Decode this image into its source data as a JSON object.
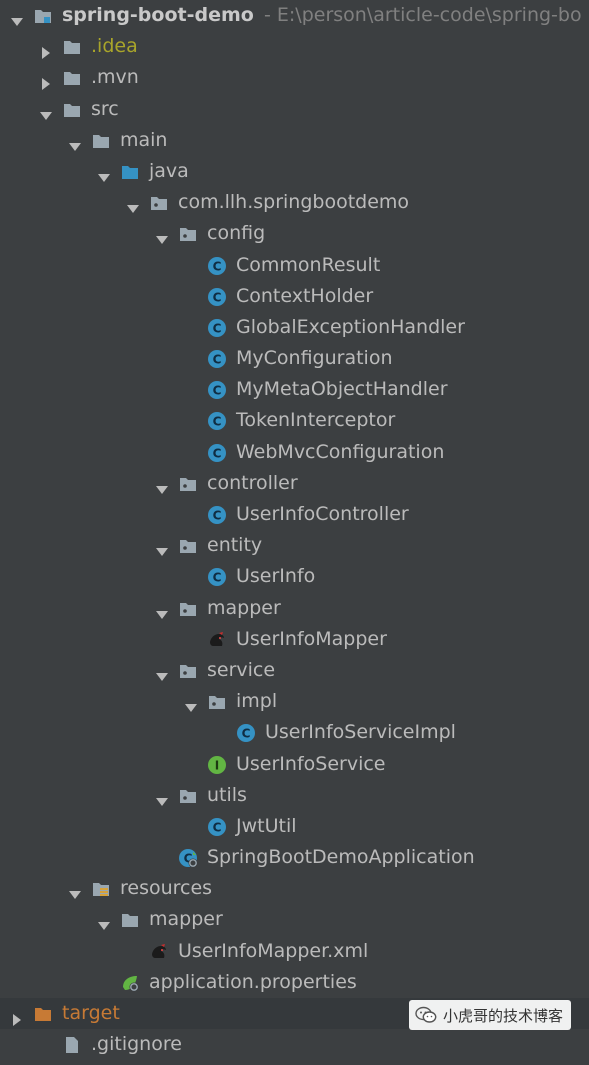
{
  "project": {
    "name": "spring-boot-demo",
    "path": "- E:\\person\\article-code\\spring-bo"
  },
  "tree": [
    {
      "label": "spring-boot-demo",
      "depth": 0,
      "arrow": "down",
      "icon": "module-folder",
      "kind": "project"
    },
    {
      "label": ".idea",
      "depth": 1,
      "arrow": "right",
      "icon": "folder",
      "kind": "idea"
    },
    {
      "label": ".mvn",
      "depth": 1,
      "arrow": "right",
      "icon": "folder"
    },
    {
      "label": "src",
      "depth": 1,
      "arrow": "down",
      "icon": "folder"
    },
    {
      "label": "main",
      "depth": 2,
      "arrow": "down",
      "icon": "folder"
    },
    {
      "label": "java",
      "depth": 3,
      "arrow": "down",
      "icon": "source-folder"
    },
    {
      "label": "com.llh.springbootdemo",
      "depth": 4,
      "arrow": "down",
      "icon": "package"
    },
    {
      "label": "config",
      "depth": 5,
      "arrow": "down",
      "icon": "package"
    },
    {
      "label": "CommonResult",
      "depth": 6,
      "icon": "class"
    },
    {
      "label": "ContextHolder",
      "depth": 6,
      "icon": "class"
    },
    {
      "label": "GlobalExceptionHandler",
      "depth": 6,
      "icon": "class"
    },
    {
      "label": "MyConfiguration",
      "depth": 6,
      "icon": "class"
    },
    {
      "label": "MyMetaObjectHandler",
      "depth": 6,
      "icon": "class"
    },
    {
      "label": "TokenInterceptor",
      "depth": 6,
      "icon": "class"
    },
    {
      "label": "WebMvcConfiguration",
      "depth": 6,
      "icon": "class"
    },
    {
      "label": "controller",
      "depth": 5,
      "arrow": "down",
      "icon": "package"
    },
    {
      "label": "UserInfoController",
      "depth": 6,
      "icon": "class"
    },
    {
      "label": "entity",
      "depth": 5,
      "arrow": "down",
      "icon": "package"
    },
    {
      "label": "UserInfo",
      "depth": 6,
      "icon": "class"
    },
    {
      "label": "mapper",
      "depth": 5,
      "arrow": "down",
      "icon": "package"
    },
    {
      "label": "UserInfoMapper",
      "depth": 6,
      "icon": "mybatis"
    },
    {
      "label": "service",
      "depth": 5,
      "arrow": "down",
      "icon": "package"
    },
    {
      "label": "impl",
      "depth": 6,
      "arrow": "down",
      "icon": "package"
    },
    {
      "label": "UserInfoServiceImpl",
      "depth": 7,
      "icon": "class"
    },
    {
      "label": "UserInfoService",
      "depth": 6,
      "icon": "interface"
    },
    {
      "label": "utils",
      "depth": 5,
      "arrow": "down",
      "icon": "package"
    },
    {
      "label": "JwtUtil",
      "depth": 6,
      "icon": "class"
    },
    {
      "label": "SpringBootDemoApplication",
      "depth": 5,
      "icon": "spring-boot-class"
    },
    {
      "label": "resources",
      "depth": 2,
      "arrow": "down",
      "icon": "resources-folder"
    },
    {
      "label": "mapper",
      "depth": 3,
      "arrow": "down",
      "icon": "folder"
    },
    {
      "label": "UserInfoMapper.xml",
      "depth": 4,
      "icon": "mybatis"
    },
    {
      "label": "application.properties",
      "depth": 3,
      "icon": "spring-properties"
    },
    {
      "label": "target",
      "depth": 0,
      "arrow": "right",
      "icon": "excluded-folder",
      "kind": "target",
      "highlight": true
    },
    {
      "label": ".gitignore",
      "depth": 1,
      "icon": "file"
    }
  ],
  "watermark": {
    "text": "小虎哥的技术博客",
    "icon": "wechat-icon"
  },
  "colors": {
    "background": "#3c3f41",
    "text": "#bbbbbb",
    "class_icon": "#3592c4",
    "interface_icon": "#62b543",
    "excluded": "#c77a35",
    "idea": "#a9a52a"
  }
}
